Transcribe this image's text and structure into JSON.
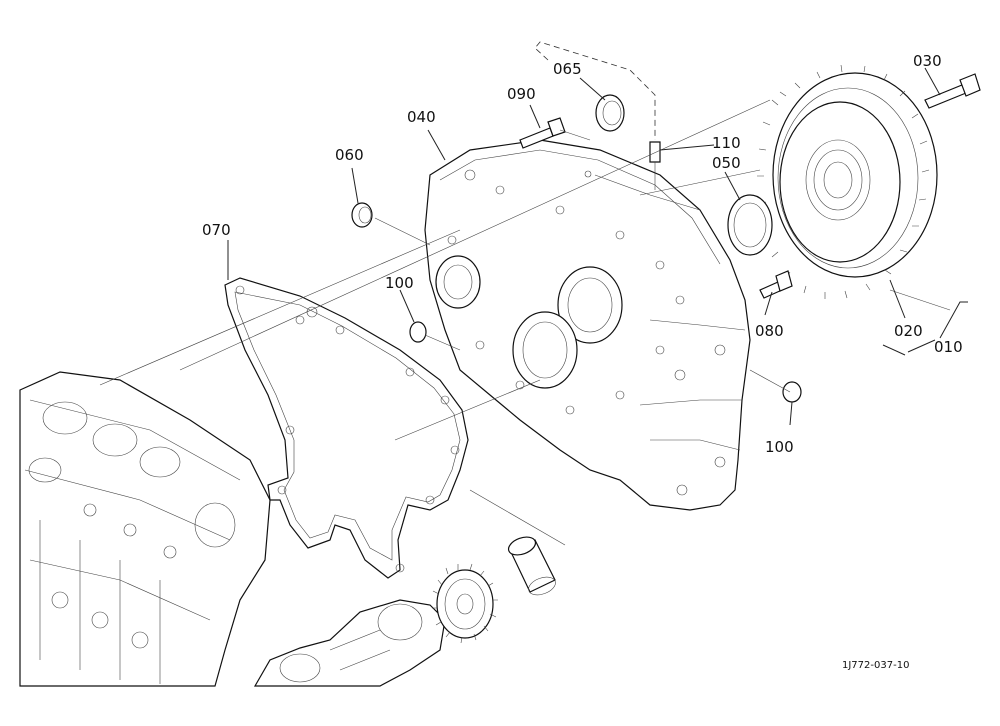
{
  "labels": {
    "p010": "010",
    "p020": "020",
    "p030": "030",
    "p040": "040",
    "p050": "050",
    "p060": "060",
    "p065": "065",
    "p070": "070",
    "p080": "080",
    "p090": "090",
    "p100a": "100",
    "p100b": "100",
    "p110": "110"
  },
  "drawing_ref": "1J772-037-10"
}
